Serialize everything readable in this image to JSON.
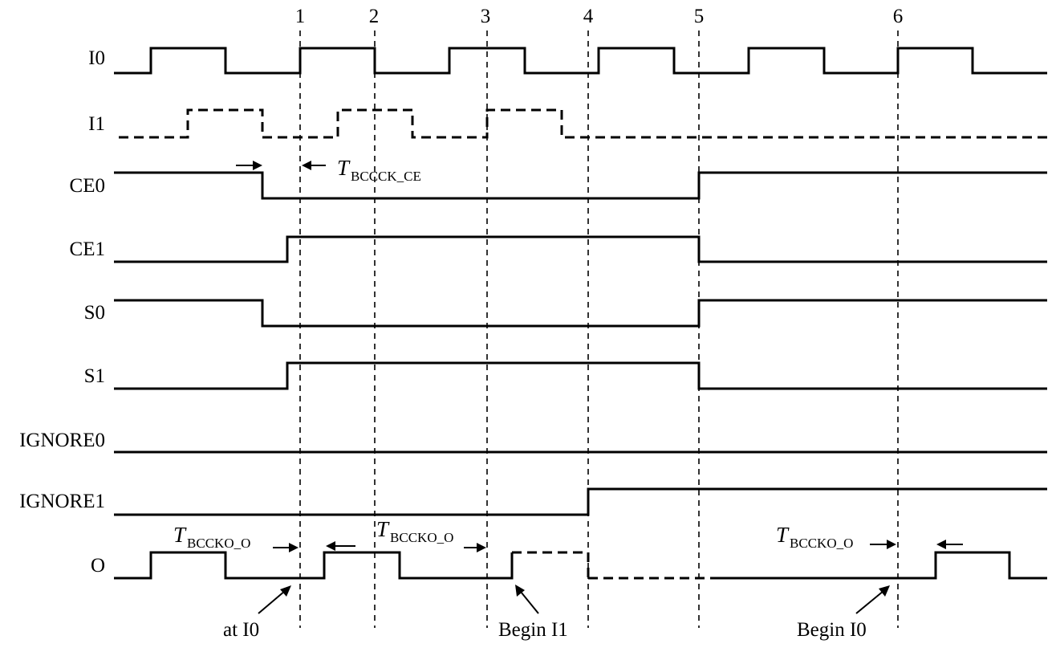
{
  "signals": [
    {
      "id": "I0",
      "label": "I0",
      "dashed": false
    },
    {
      "id": "I1",
      "label": "I1",
      "dashed": true
    },
    {
      "id": "CE0",
      "label": "CE0",
      "dashed": false
    },
    {
      "id": "CE1",
      "label": "CE1",
      "dashed": false
    },
    {
      "id": "S0",
      "label": "S0",
      "dashed": false
    },
    {
      "id": "S1",
      "label": "S1",
      "dashed": false
    },
    {
      "id": "IGNORE0",
      "label": "IGNORE0",
      "dashed": false
    },
    {
      "id": "IGNORE1",
      "label": "IGNORE1",
      "dashed": false
    },
    {
      "id": "O",
      "label": "O",
      "dashed": false
    }
  ],
  "markers": [
    "1",
    "2",
    "3",
    "4",
    "5",
    "6"
  ],
  "timing": {
    "bccck_ce": {
      "main": "T",
      "sub": "BCCCK_CE"
    },
    "bccko_o_1": {
      "main": "T",
      "sub": "BCCKO_O"
    },
    "bccko_o_2": {
      "main": "T",
      "sub": "BCCKO_O"
    },
    "bccko_o_3": {
      "main": "T",
      "sub": "BCCKO_O"
    }
  },
  "annotations": {
    "at_i0": "at  I0",
    "begin_i1": "Begin I1",
    "begin_i0": "Begin  I0"
  }
}
